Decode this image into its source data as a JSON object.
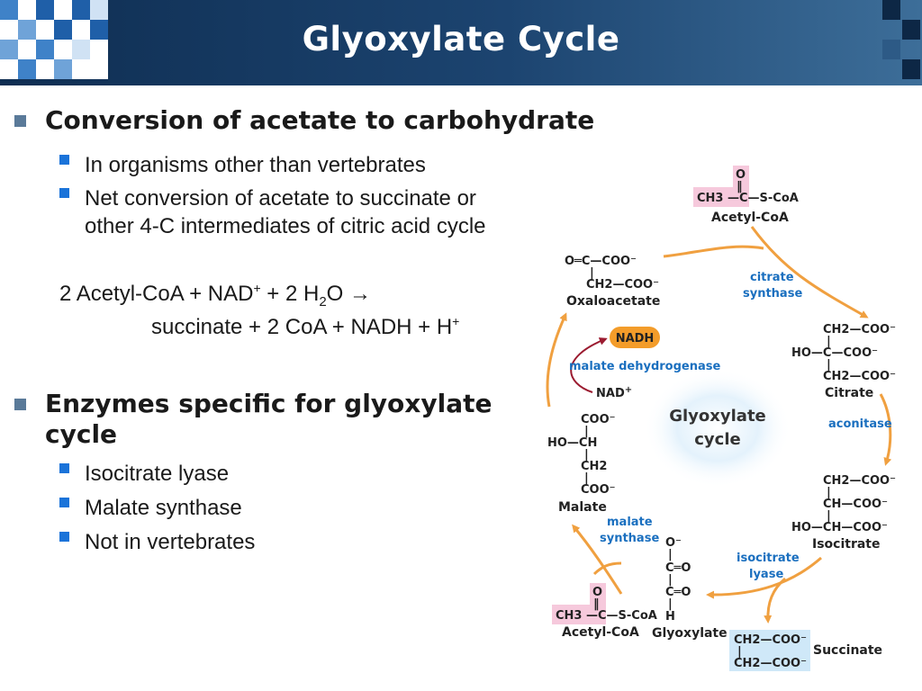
{
  "slide": {
    "title": "Glyoxylate Cycle",
    "bullets": [
      {
        "text": "Conversion of acetate to carbohydrate",
        "sub": [
          "In organisms other than vertebrates",
          "Net conversion of acetate to succinate or other 4-C intermediates of citric acid cycle"
        ],
        "equation": {
          "line1": [
            "2 Acetyl-CoA + NAD",
            "+",
            " + 2 H",
            "2",
            "O ",
            "→"
          ],
          "line2": [
            "succinate + 2 CoA + NADH + H",
            "+"
          ]
        }
      },
      {
        "text": "Enzymes specific for glyoxylate cycle",
        "sub": [
          "Isocitrate lyase",
          "Malate synthase",
          "Not in vertebrates"
        ]
      }
    ]
  },
  "diagram": {
    "center_label": [
      "Glyoxylate",
      "cycle"
    ],
    "compounds": {
      "acetyl_coa_top": "Acetyl-CoA",
      "oxaloacetate": "Oxaloacetate",
      "citrate": "Citrate",
      "isocitrate": "Isocitrate",
      "succinate": "Succinate",
      "glyoxylate": "Glyoxylate",
      "acetyl_coa_bottom": "Acetyl-CoA",
      "malate": "Malate"
    },
    "enzymes": {
      "citrate_synthase": [
        "citrate",
        "synthase"
      ],
      "aconitase": "aconitase",
      "isocitrate_lyase": [
        "isocitrate",
        "lyase"
      ],
      "malate_synthase": [
        "malate",
        "synthase"
      ],
      "malate_dehydrogenase": "malate dehydrogenase"
    },
    "cofactors": {
      "nadh": "NADH",
      "nad": "NAD",
      "nad_charge": "+"
    },
    "structures": {
      "acetyl_top": {
        "o": "O",
        "dbl": "‖",
        "chain": "CH3 —C—S-CoA"
      },
      "oxaloacetate": {
        "r1": "O═C—COO⁻",
        "r2": "|",
        "r3": "CH2—COO⁻"
      },
      "citrate": {
        "r1": "CH2—COO⁻",
        "r2": "|",
        "r3": "HO—C—COO⁻",
        "r4": "|",
        "r5": "CH2—COO⁻"
      },
      "isocitrate": {
        "r1": "CH2—COO⁻",
        "r2": "|",
        "r3": "CH—COO⁻",
        "r4": "|",
        "r5": "HO—CH—COO⁻"
      },
      "succinate": {
        "r1": "CH2—COO⁻",
        "r2": "|",
        "r3": "CH2—COO⁻"
      },
      "glyoxylate": {
        "r1": "O⁻",
        "r2": "|",
        "r3": "C═O",
        "r4": "|",
        "r5": "C═O",
        "r6": "|",
        "r7": "H"
      },
      "malate": {
        "r1": "COO⁻",
        "r2": "|",
        "r3": "HO—CH",
        "r4": "|",
        "r5": "CH2",
        "r6": "|",
        "r7": "COO⁻"
      },
      "acetyl_bottom": {
        "o": "O",
        "dbl": "‖",
        "chain": "CH3 —C—S-CoA"
      }
    }
  },
  "colors": {
    "header_dark": "#0f2e52",
    "bullet_l1": "#5a7a99",
    "bullet_l2": "#1a73d9",
    "arrow": "#f0a040",
    "enzyme_text": "#1a6fbf",
    "nadh_badge": "#f39c2a",
    "pink_box": "#f6c9dc",
    "blue_box": "#cfe8f8",
    "dehydrogenase_arrow": "#9b1b30"
  }
}
